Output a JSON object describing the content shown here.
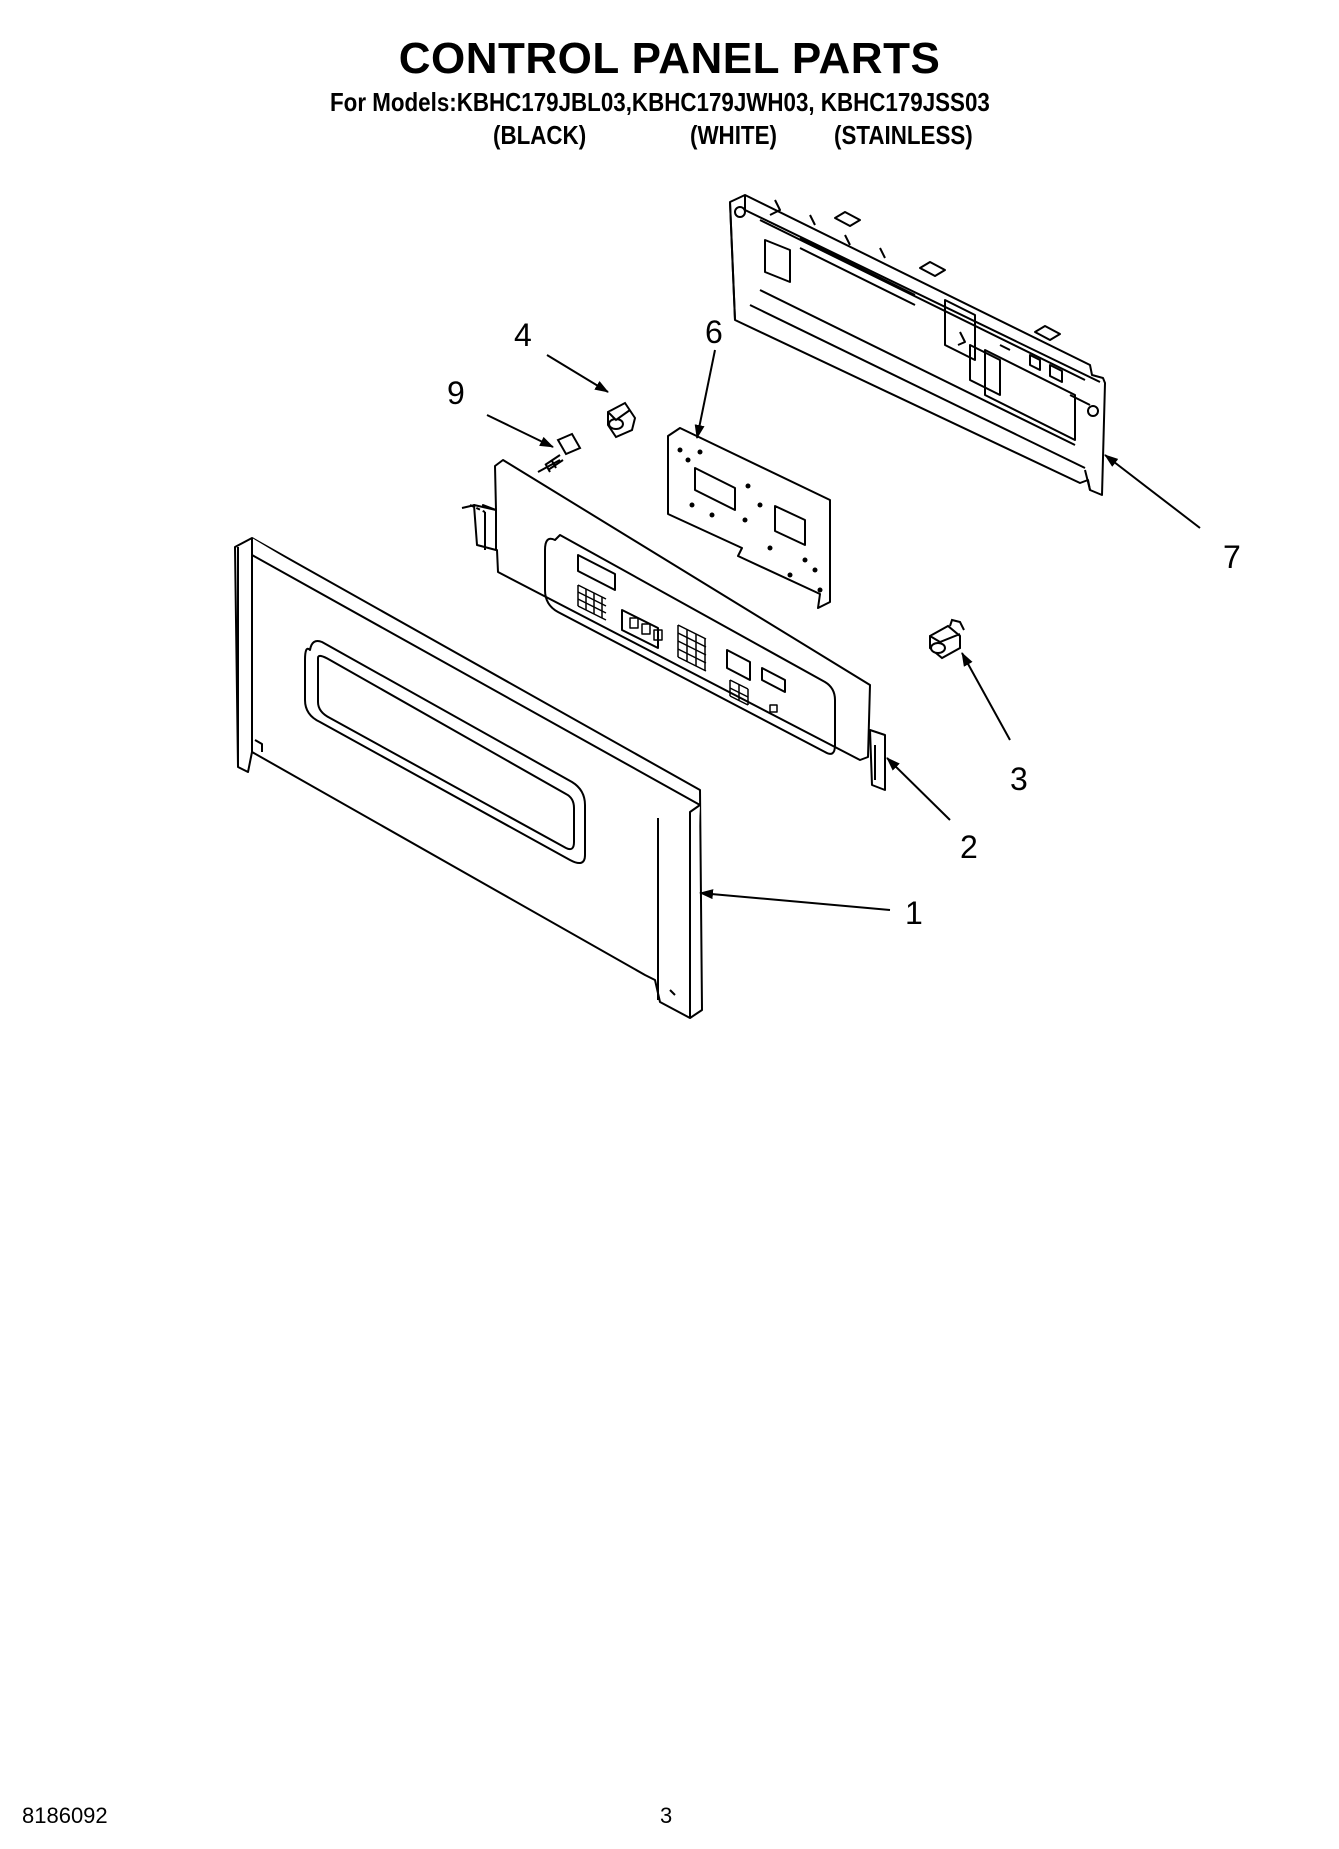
{
  "header": {
    "title": "CONTROL PANEL PARTS",
    "models": "For Models:KBHC179JBL03,KBHC179JWH03, KBHC179JSS03",
    "variants": [
      "(BLACK)",
      "(WHITE)",
      "(STAINLESS)"
    ]
  },
  "parts": {
    "callout_1": "1",
    "callout_2": "2",
    "callout_3": "3",
    "callout_4": "4",
    "callout_6": "6",
    "callout_7": "7",
    "callout_9": "9"
  },
  "footer": {
    "doc_number": "8186092",
    "page_number": "3"
  }
}
